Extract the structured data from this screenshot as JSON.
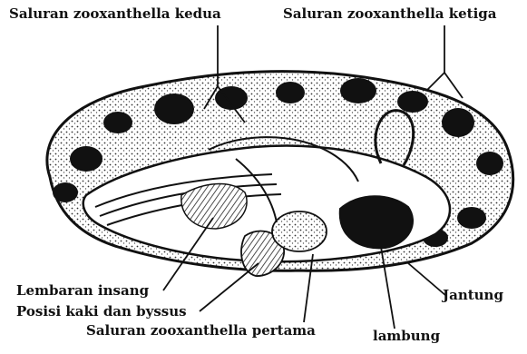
{
  "labels": {
    "second_channel": "Saluran zooxanthella kedua",
    "third_channel": "Saluran zooxanthella ketiga",
    "gill_sheet": "Lembaran insang",
    "foot_byssus": "Posisi kaki dan byssus",
    "first_channel": "Saluran zooxanthella pertama",
    "stomach": "lambung",
    "heart": "Jantung"
  },
  "colors": {
    "ink": "#111111",
    "paper": "#ffffff"
  }
}
